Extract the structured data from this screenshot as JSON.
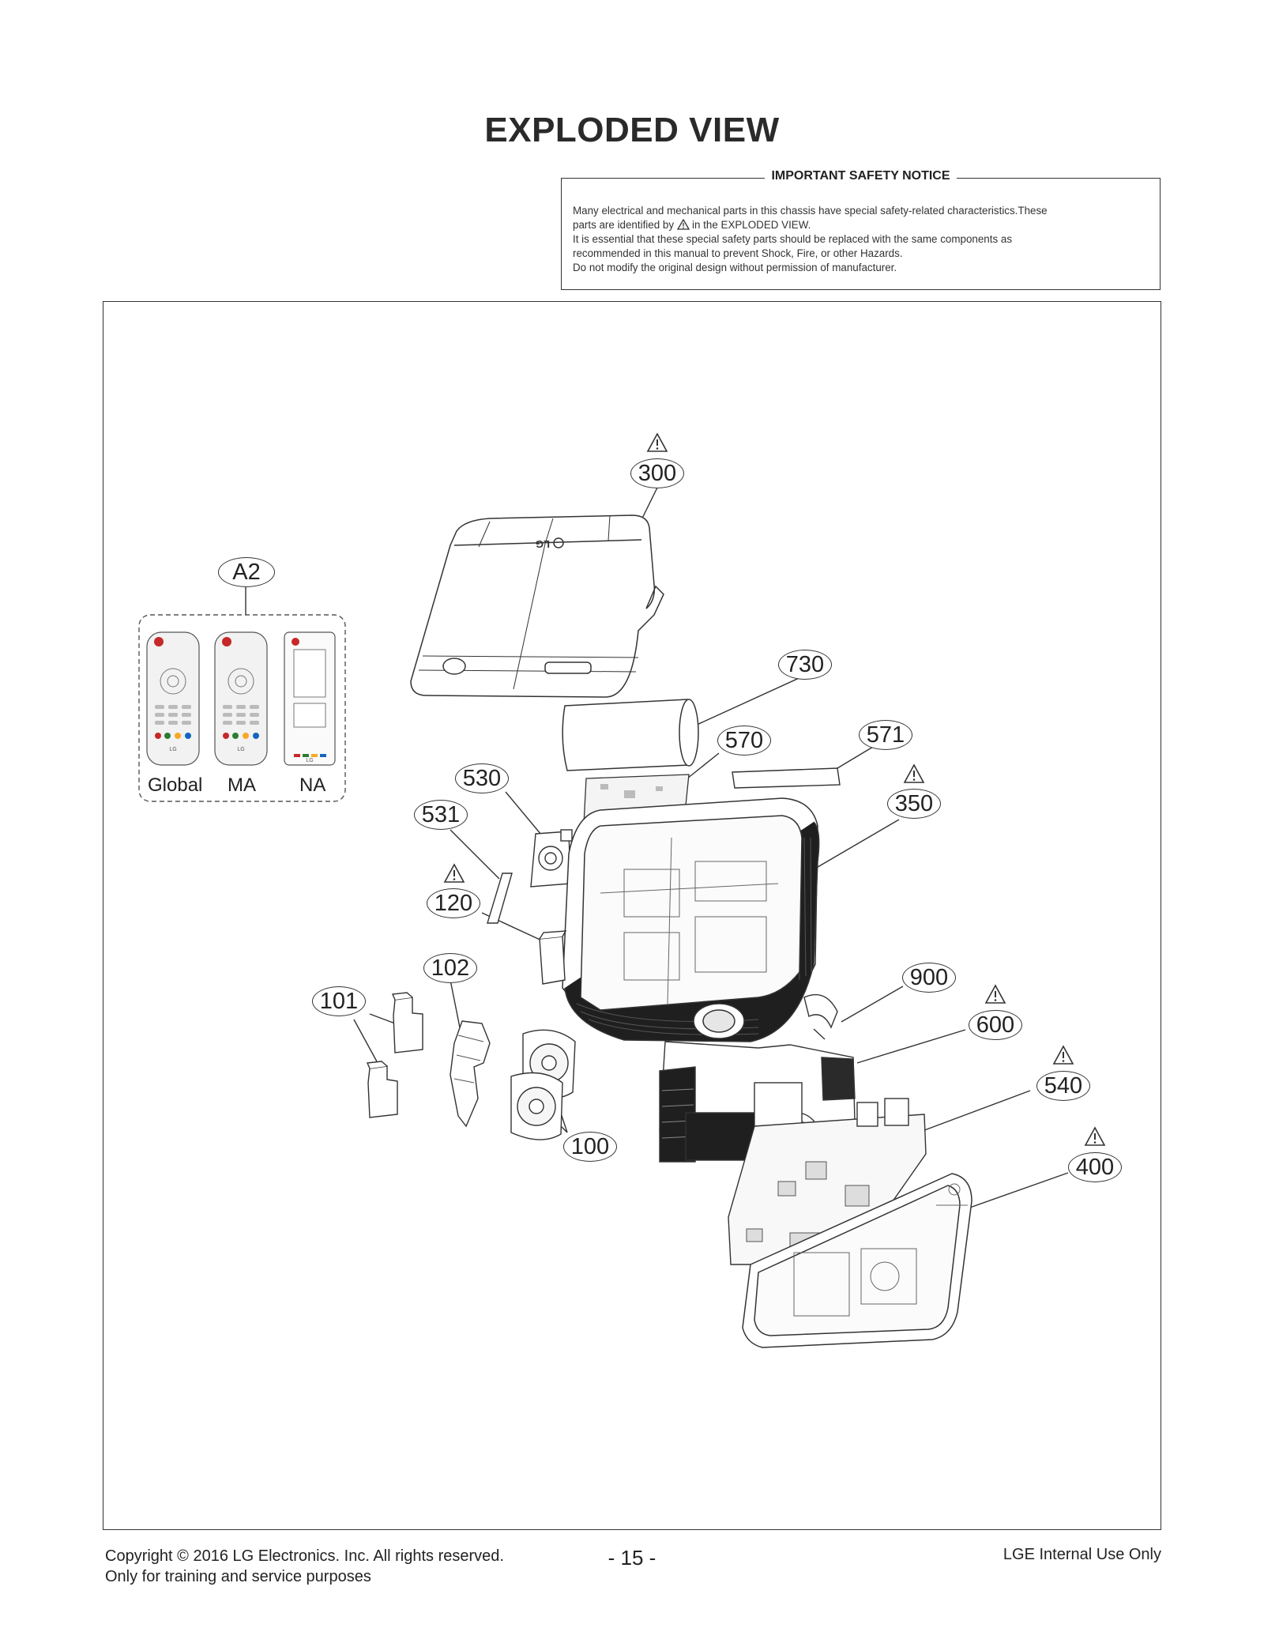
{
  "title": "EXPLODED VIEW",
  "notice": {
    "heading": "IMPORTANT SAFETY NOTICE",
    "line1": "Many electrical and mechanical parts in this chassis have special safety-related characteristics.These",
    "line2a": "parts are identified by",
    "line2b": "in the EXPLODED VIEW.",
    "line3": "It is essential that these special safety parts should be replaced with the same components as",
    "line4": "recommended in this manual to prevent Shock, Fire, or other Hazards.",
    "line5": "Do not modify the original design without permission of manufacturer."
  },
  "parts": {
    "p300": "300",
    "pA2": "A2",
    "p730": "730",
    "p570": "570",
    "p571": "571",
    "p530": "530",
    "p531": "531",
    "p350": "350",
    "p120": "120",
    "p102": "102",
    "p101": "101",
    "p900": "900",
    "p600": "600",
    "p540": "540",
    "p100": "100",
    "p400": "400"
  },
  "remotes": {
    "global": "Global",
    "ma": "MA",
    "na": "NA"
  },
  "remote_logo": "LG",
  "top_cover_logo": "LG",
  "footer": {
    "copyright": "Copyright © 2016 LG Electronics. Inc. All rights reserved.",
    "purpose": "Only for training and service purposes",
    "page": "- 15 -",
    "internal": "LGE Internal Use Only"
  }
}
